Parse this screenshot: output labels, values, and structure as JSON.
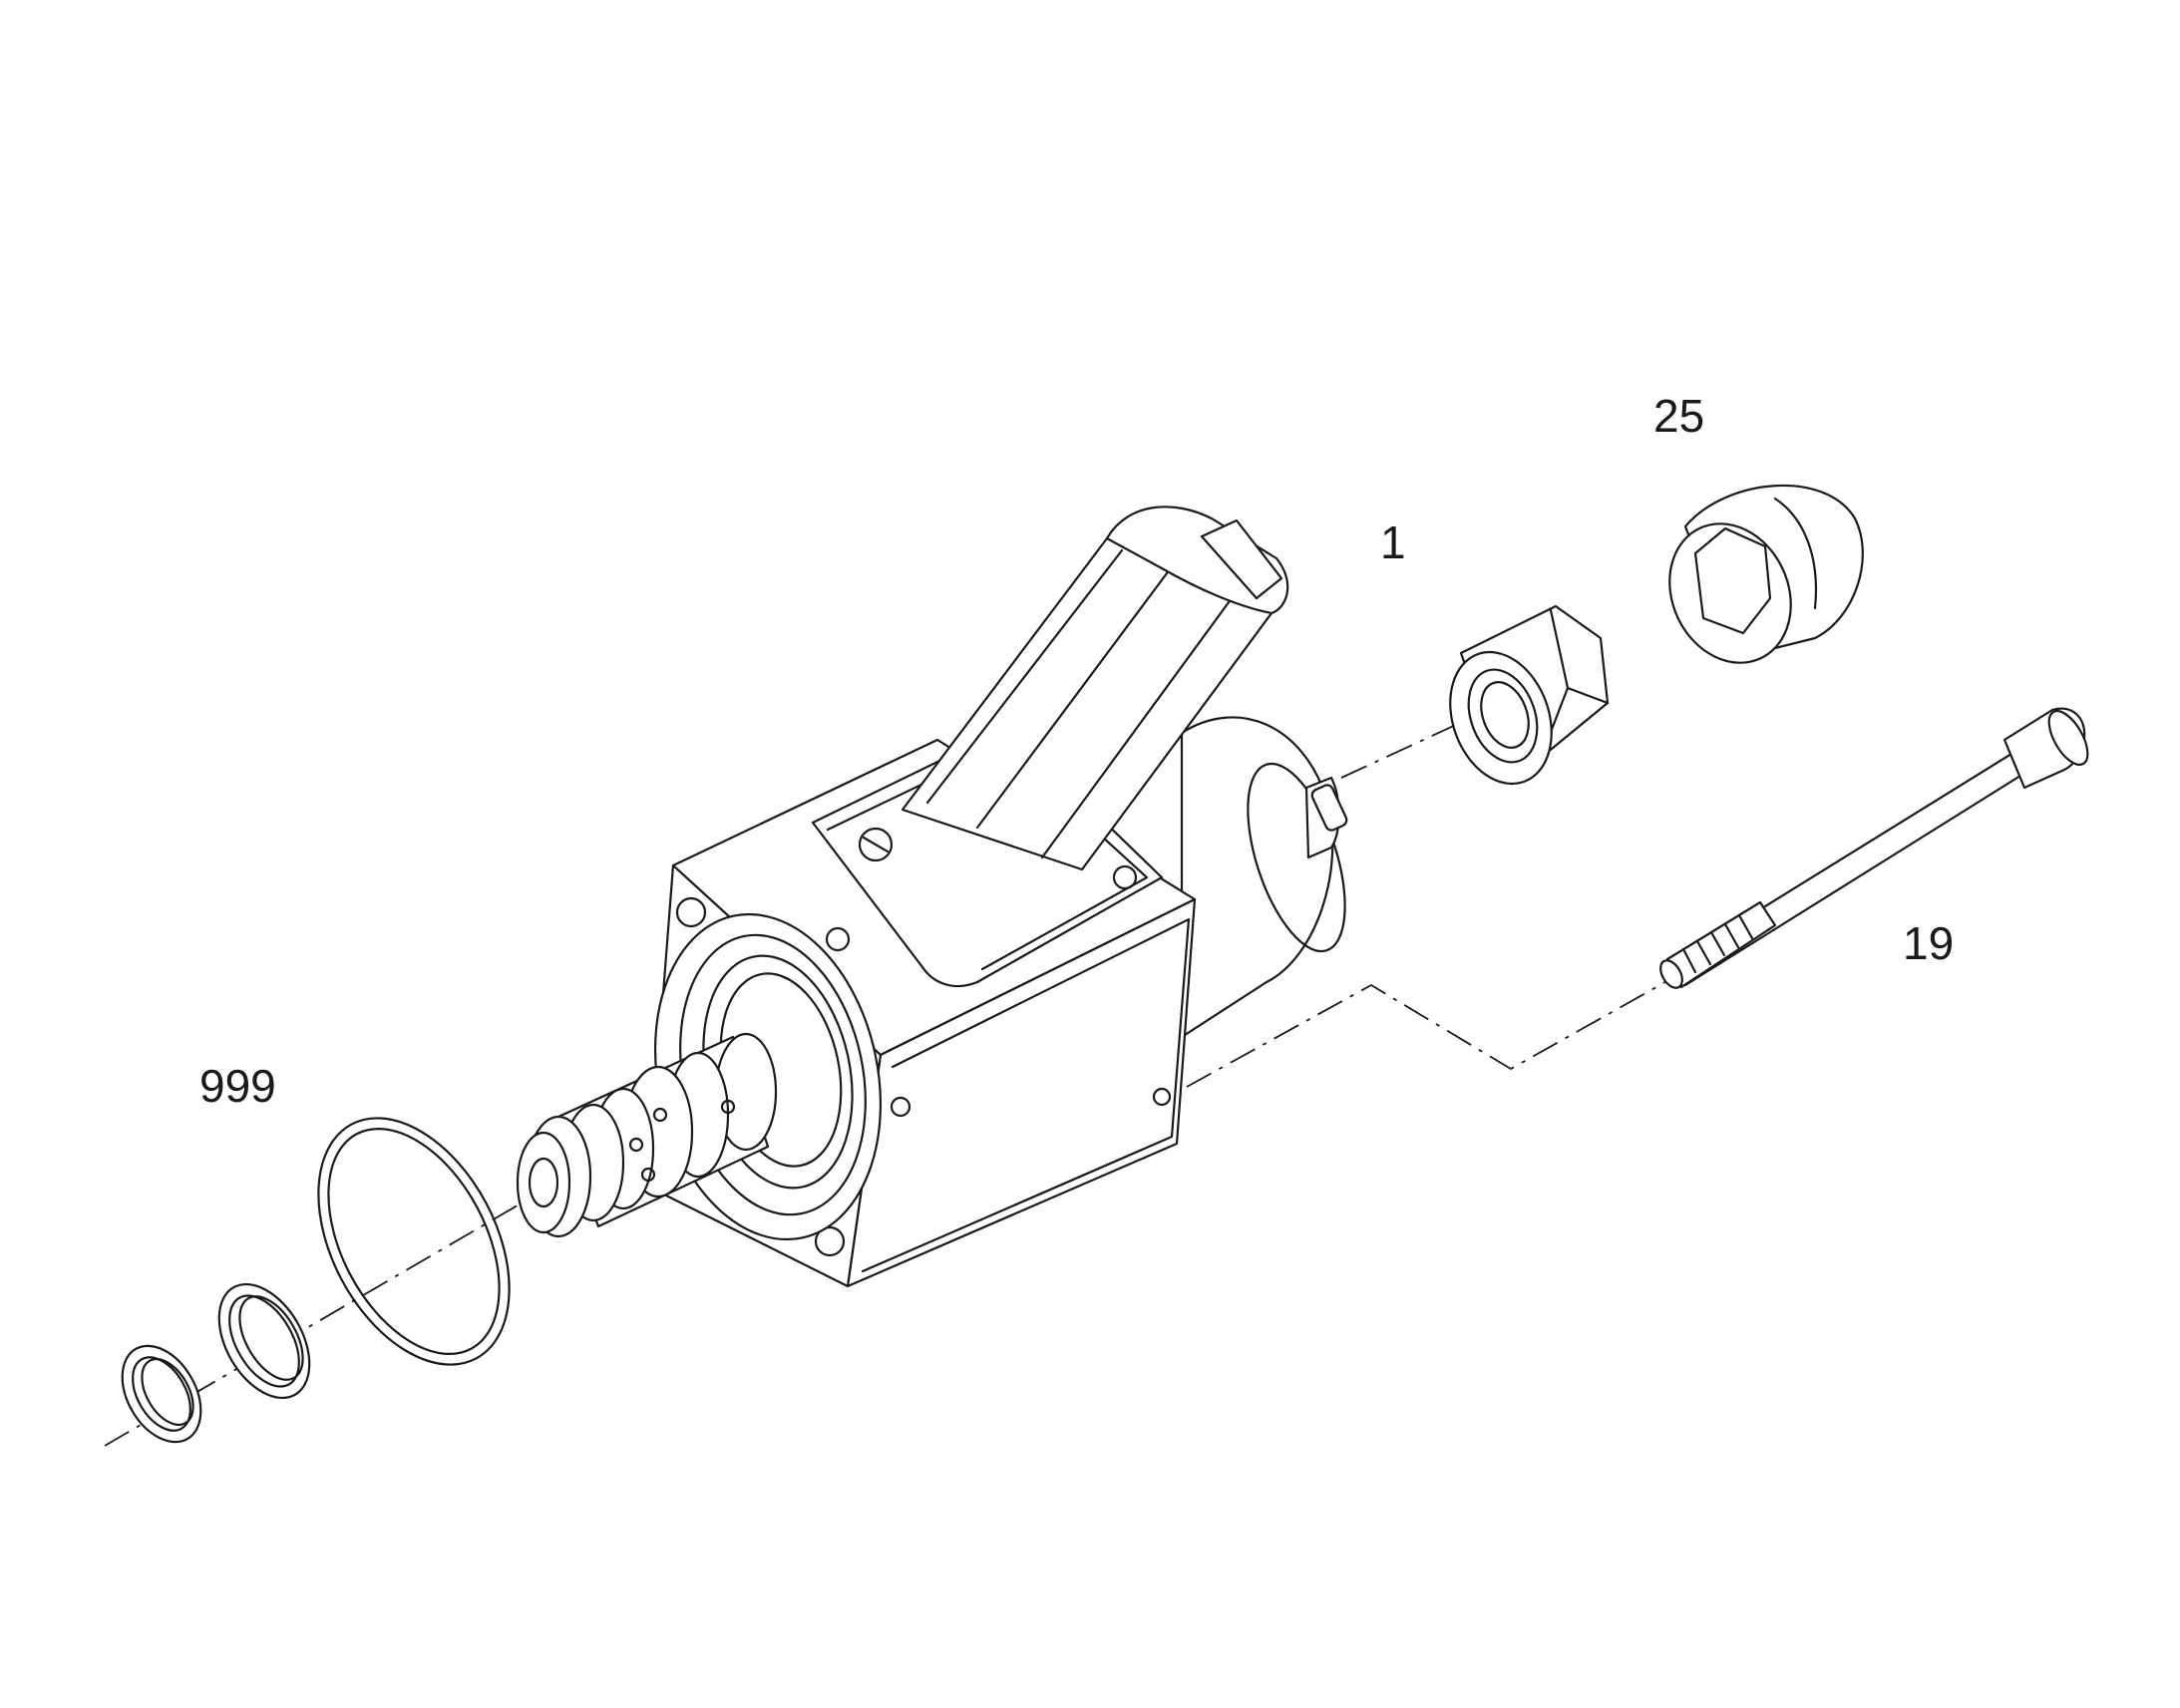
{
  "diagram": {
    "callouts": [
      {
        "id": "part-25",
        "text": "25"
      },
      {
        "id": "part-1",
        "text": "1"
      },
      {
        "id": "part-19",
        "text": "19"
      },
      {
        "id": "part-999",
        "text": "999"
      }
    ]
  }
}
